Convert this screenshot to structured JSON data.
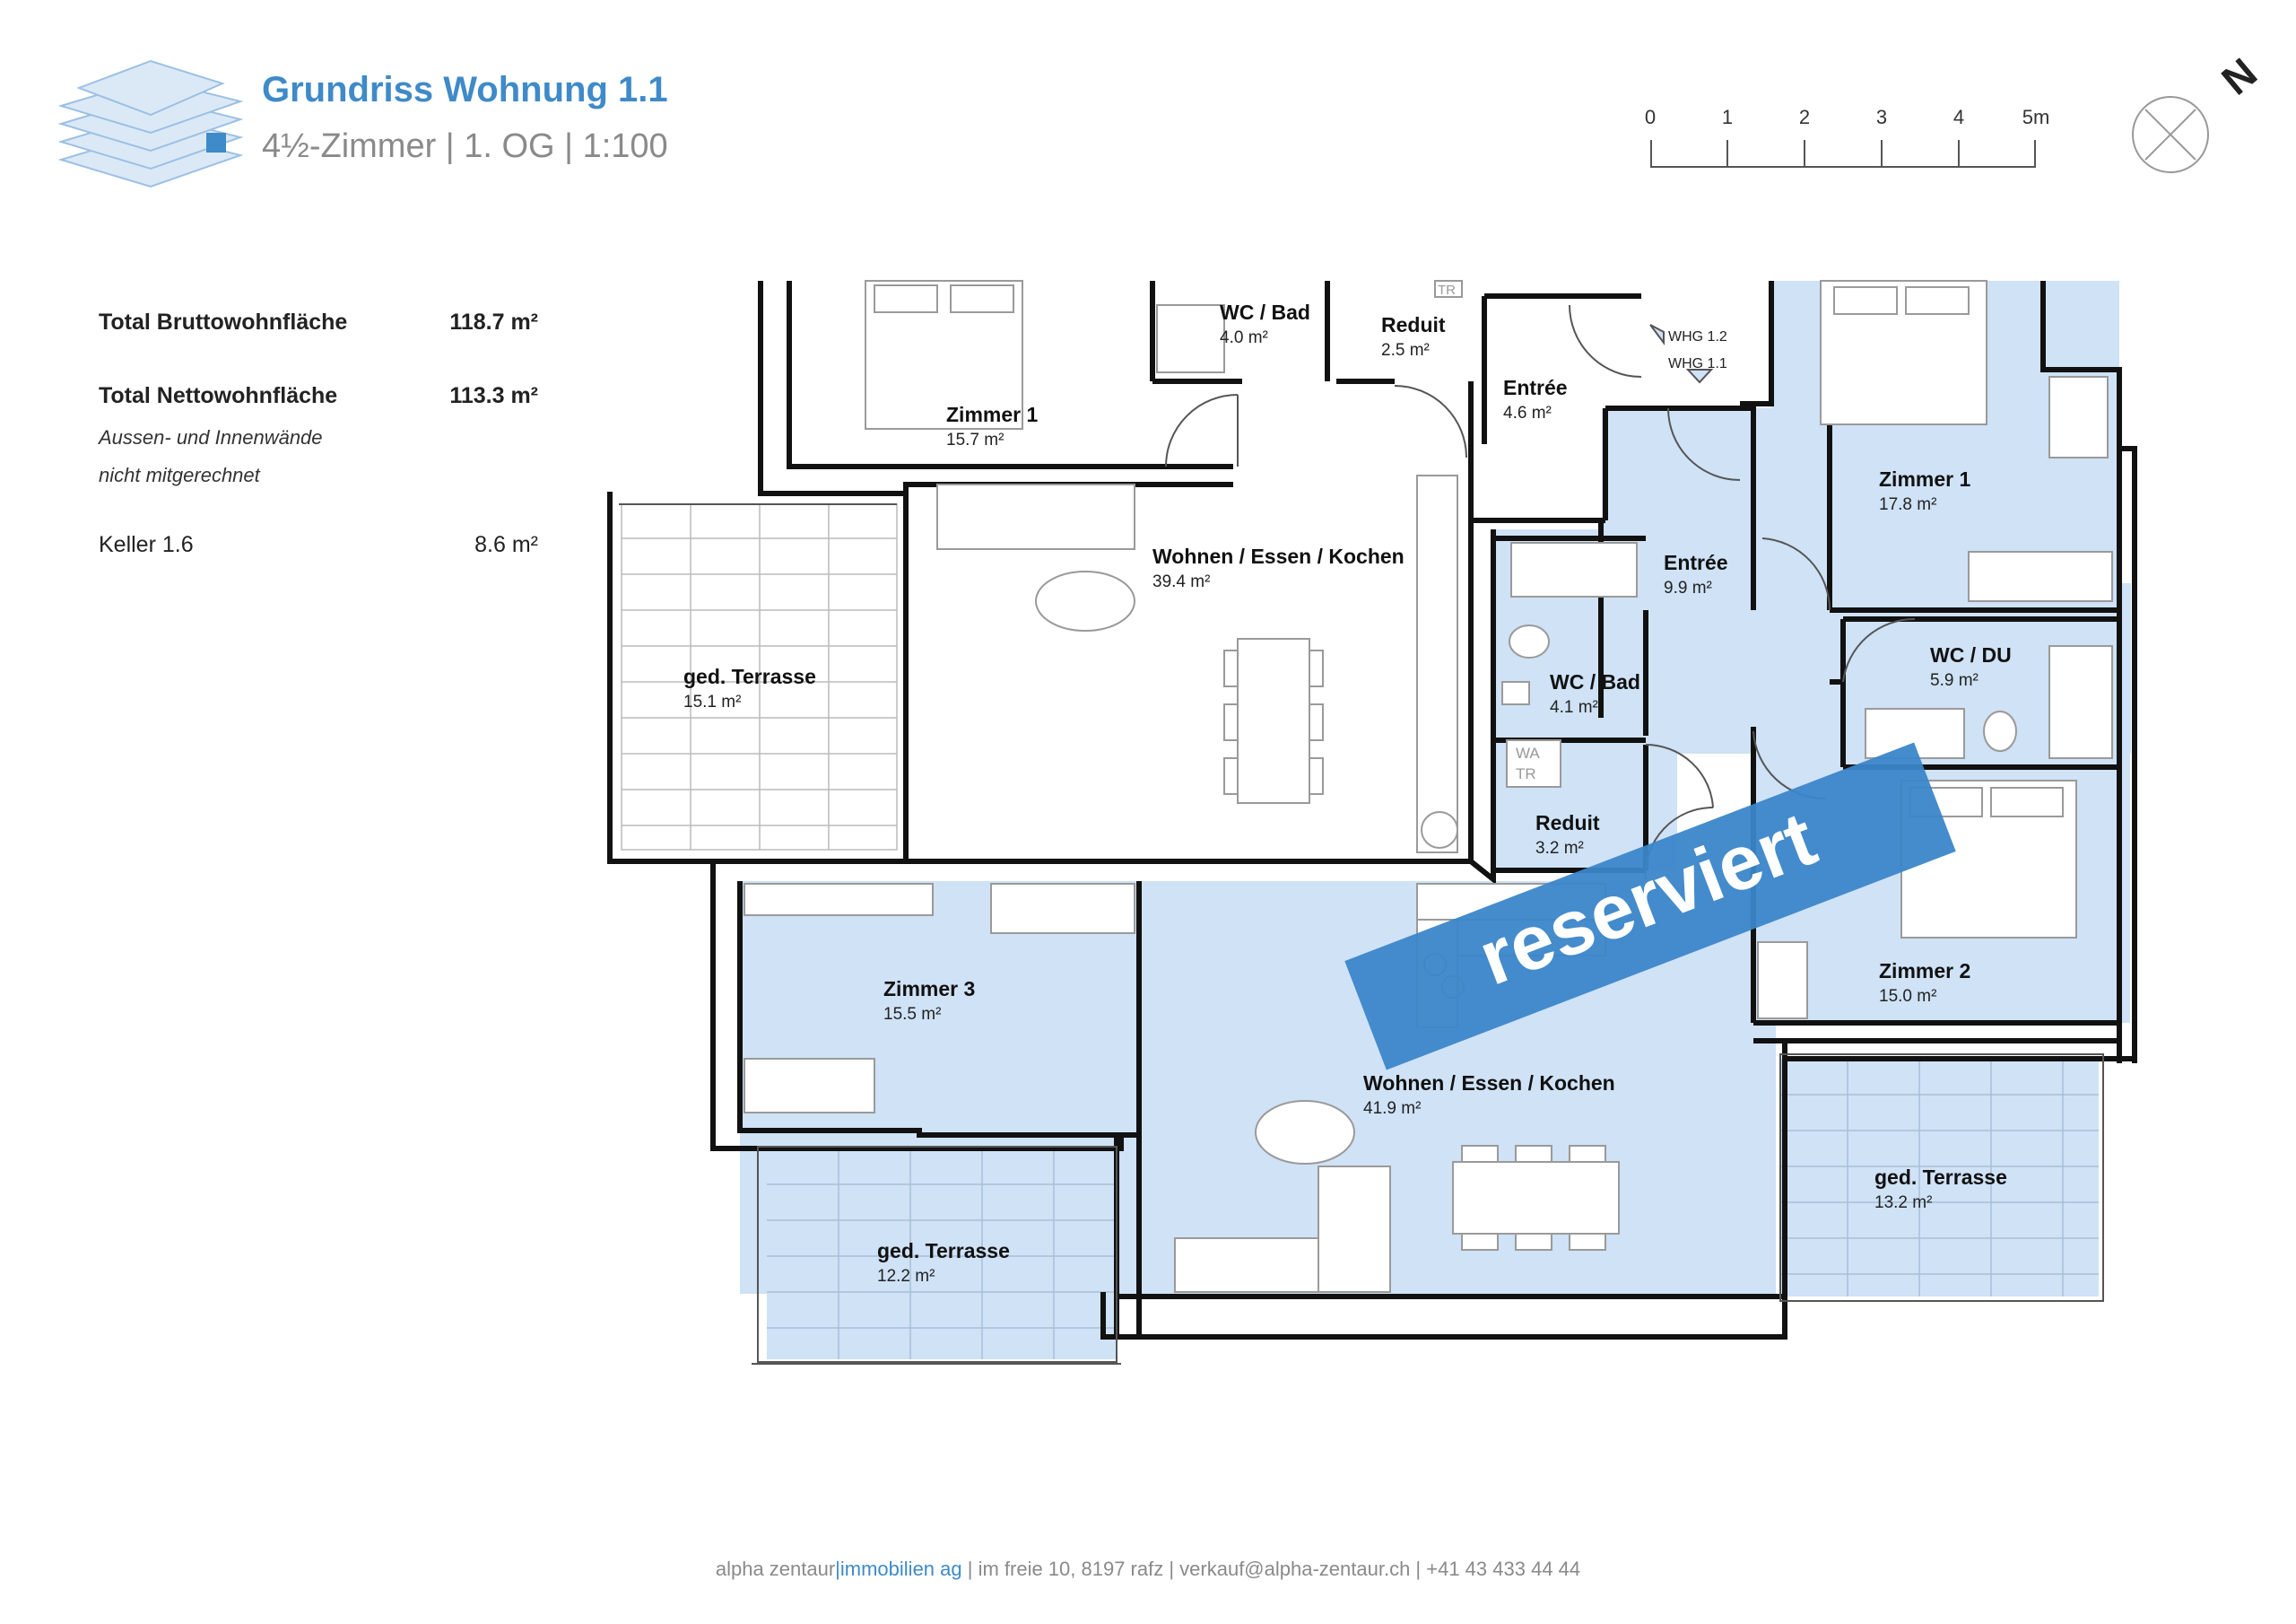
{
  "header": {
    "title": "Grundriss Wohnung 1.1",
    "subtitle": "4½-Zimmer | 1. OG | 1:100"
  },
  "stats": {
    "brutto_label": "Total Bruttowohnfläche",
    "brutto_value": "118.7 m²",
    "netto_label": "Total Nettowohnfläche",
    "netto_value": "113.3 m²",
    "note_line1": "Aussen- und Innenwände",
    "note_line2": "nicht mitgerechnet",
    "keller_label": "Keller 1.6",
    "keller_value": "8.6 m²"
  },
  "scale_bar": {
    "labels": [
      "0",
      "1",
      "2",
      "3",
      "4",
      "5m"
    ]
  },
  "north_label": "N",
  "stamp": "reserviert",
  "labels": {
    "wa": "WA",
    "tr": "TR",
    "whg_12": "WHG 1.2",
    "whg_11": "WHG 1.1"
  },
  "rooms": [
    {
      "name": "Zimmer 1",
      "area": "15.7 m²"
    },
    {
      "name": "WC / Bad",
      "area": "4.0 m²"
    },
    {
      "name": "Reduit",
      "area": "2.5 m²"
    },
    {
      "name": "Entrée",
      "area": "4.6 m²"
    },
    {
      "name": "Wohnen / Essen / Kochen",
      "area": "39.4 m²"
    },
    {
      "name": "ged. Terrasse",
      "area": "15.1 m²"
    },
    {
      "name": "Entrée",
      "area": "9.9 m²"
    },
    {
      "name": "WC / Bad",
      "area": "4.1 m²"
    },
    {
      "name": "Reduit",
      "area": "3.2 m²"
    },
    {
      "name": "Zimmer 1",
      "area": "17.8 m²"
    },
    {
      "name": "WC / DU",
      "area": "5.9 m²"
    },
    {
      "name": "Zimmer 2",
      "area": "15.0 m²"
    },
    {
      "name": "Zimmer 3",
      "area": "15.5 m²"
    },
    {
      "name": "Wohnen / Essen / Kochen",
      "area": "41.9 m²"
    },
    {
      "name": "ged. Terrasse",
      "area": "12.2 m²"
    },
    {
      "name": "ged. Terrasse",
      "area": "13.2 m²"
    }
  ],
  "footer": {
    "company": "alpha zentaur",
    "company_suffix": "immobilien ag",
    "address": " | im freie 10, 8197 rafz | verkauf@alpha-zentaur.ch | +41 43 433 44 44"
  },
  "colors": {
    "accent": "#3f8ac8",
    "unit_fill": "#cfe2f6",
    "stamp": "#3b86c9",
    "subtle_text": "#8a8a8a"
  }
}
